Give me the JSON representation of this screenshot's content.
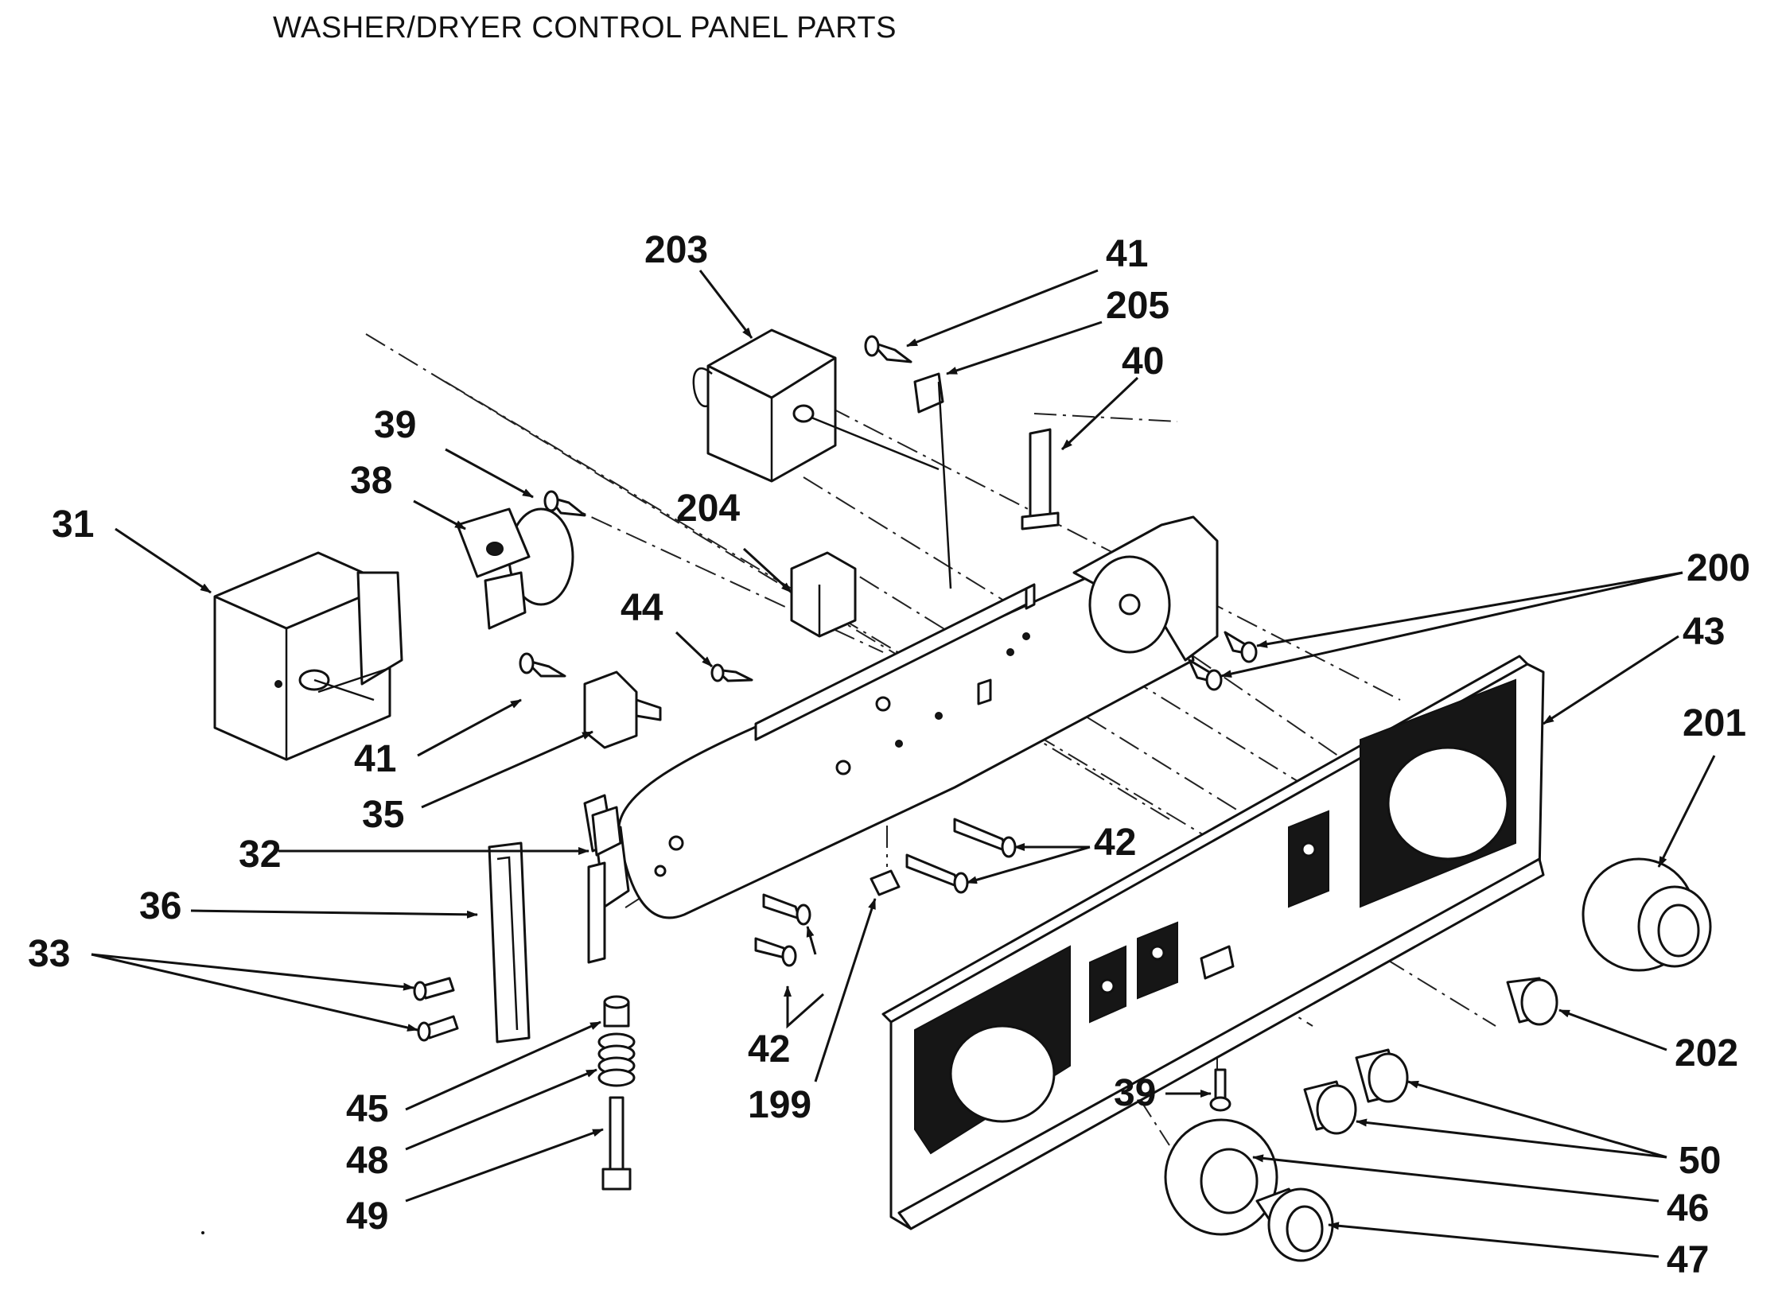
{
  "title": "WASHER/DRYER CONTROL PANEL PARTS",
  "callouts": {
    "p203": "203",
    "p41_top": "41",
    "p205": "205",
    "p40": "40",
    "p39_top": "39",
    "p38": "38",
    "p31": "31",
    "p204": "204",
    "p44": "44",
    "p200": "200",
    "p43": "43",
    "p201": "201",
    "p41_left": "41",
    "p35": "35",
    "p32": "32",
    "p42_right": "42",
    "p36": "36",
    "p33": "33",
    "p42_bottom": "42",
    "p199": "199",
    "p202": "202",
    "p45": "45",
    "p48": "48",
    "p49": "49",
    "p39_bottom": "39",
    "p50": "50",
    "p46": "46",
    "p47": "47"
  }
}
